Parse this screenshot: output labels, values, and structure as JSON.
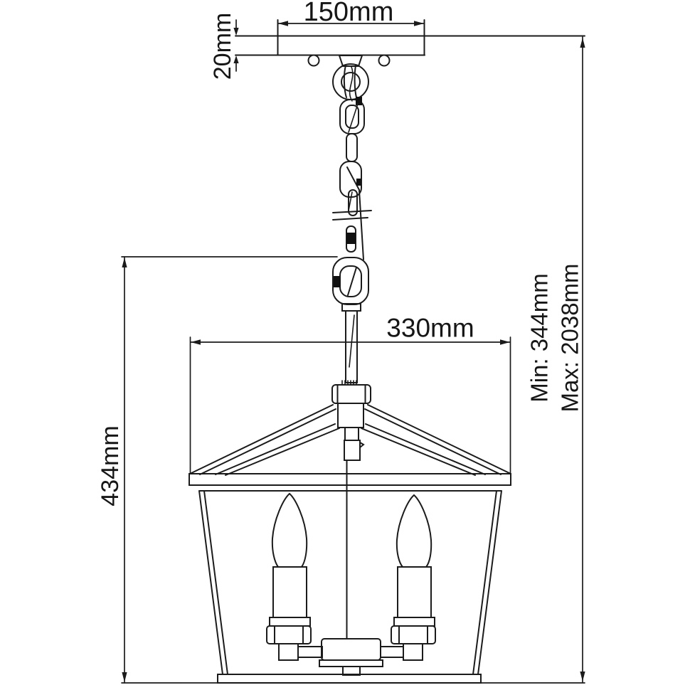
{
  "drawing": {
    "type": "technical-dimension-diagram",
    "subject": "3-light lantern pendant with chain and ceiling canopy",
    "labels": {
      "canopy_width": "150mm",
      "canopy_height": "20mm",
      "lantern_width": "330mm",
      "lantern_height": "434mm",
      "min_drop": "Min: 344mm",
      "max_drop": "Max: 2038mm"
    },
    "colors": {
      "line": "#1b1b1b",
      "background": "#ffffff",
      "text": "#161616"
    }
  }
}
